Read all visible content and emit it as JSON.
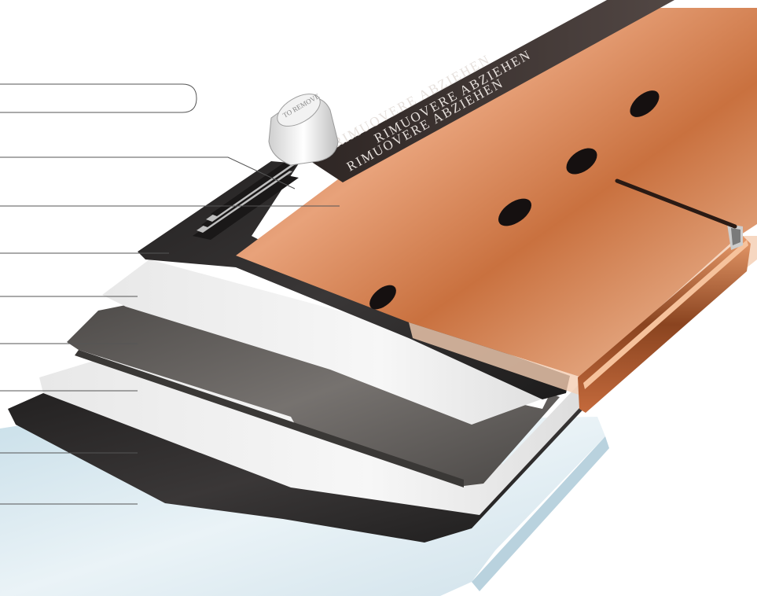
{
  "diagram": {
    "tape_lines": [
      "RIMUOVERE   ABZIEHEN",
      "RIMUOVERE   ABZIEHEN",
      "RIMUOVERE   ABZIEHEN"
    ],
    "roll_text": "TO REMOVE",
    "leader_count": 9,
    "colors": {
      "copper": "#c46a3c",
      "copper_light": "#e39a6e",
      "copper_dark": "#7c3a18",
      "dark_layer": "#2d2b2b",
      "gray_layer": "#5d5a58",
      "white_layer": "#efefef",
      "base_layer": "#d7e7ef",
      "release_tape": "#3b3331",
      "leader_line": "#555555"
    },
    "icons": [
      "copper-plate",
      "release-tape-roll",
      "ventilation-hole"
    ]
  }
}
